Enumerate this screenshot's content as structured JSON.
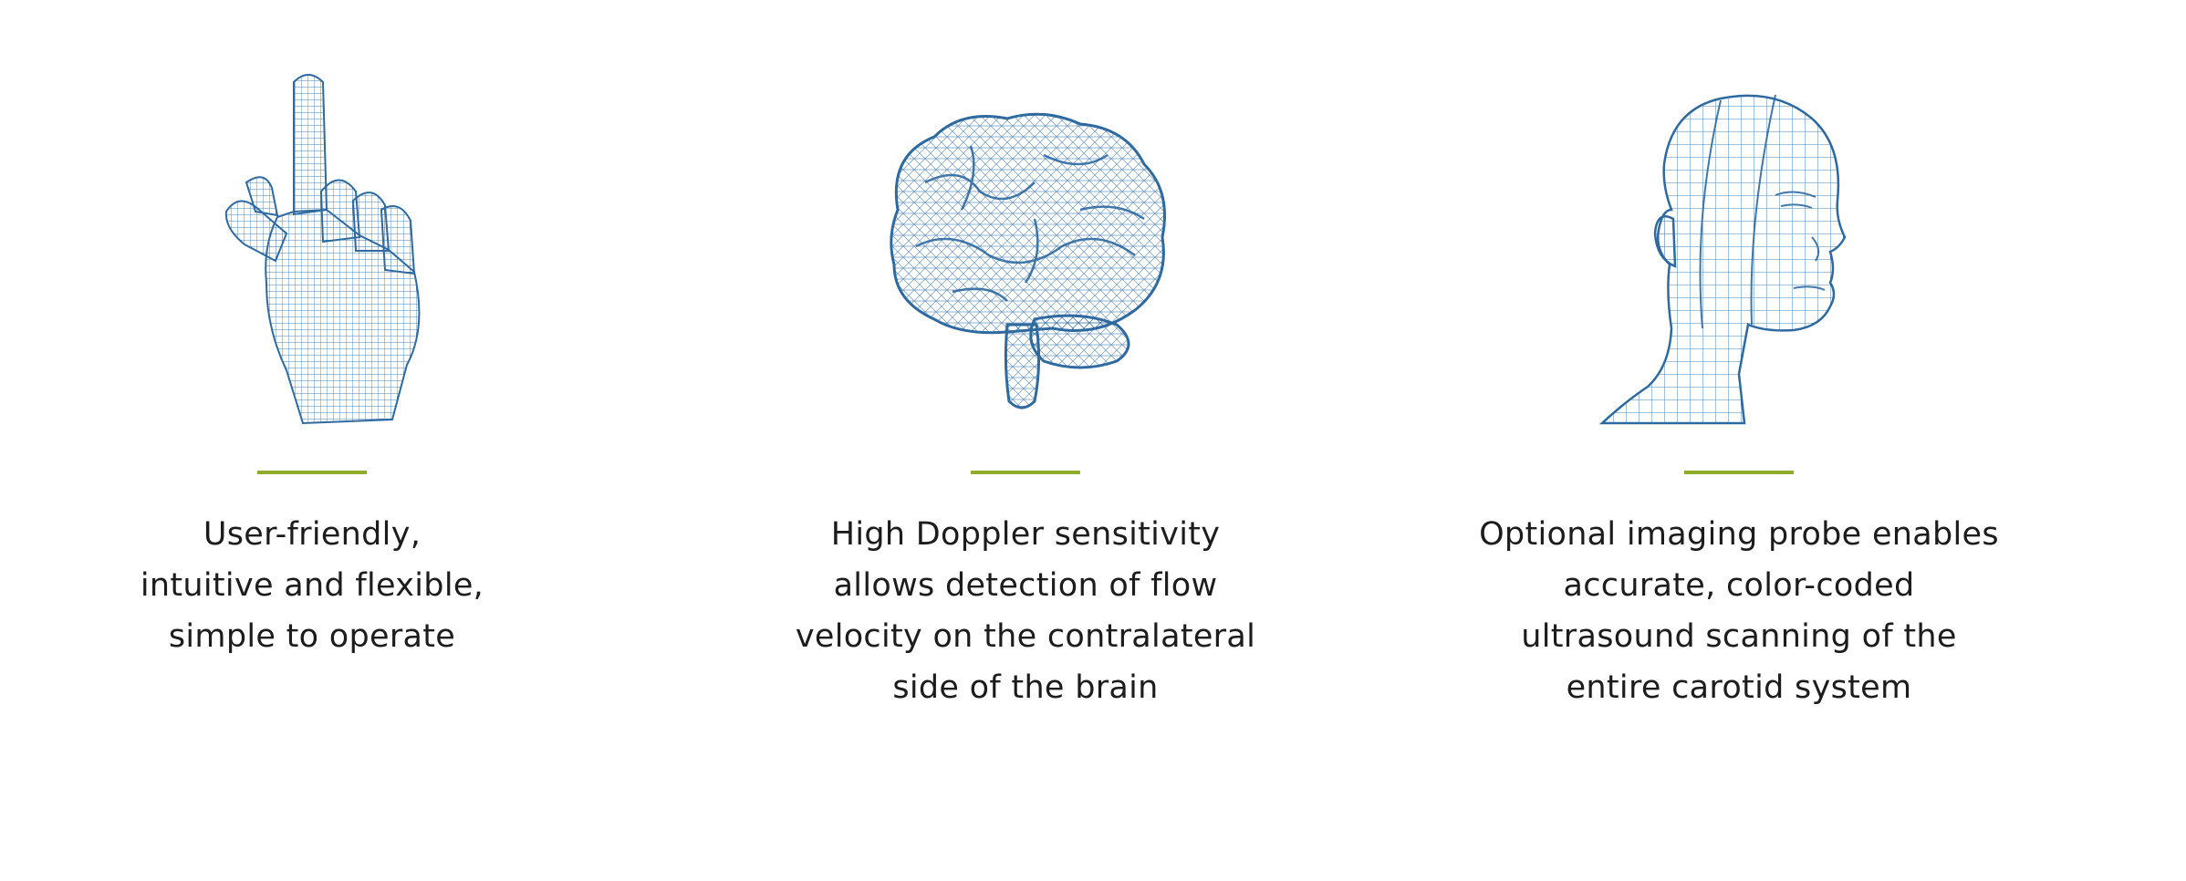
{
  "colors": {
    "divider": "#8eab2b",
    "mesh": "#2e6aa0",
    "text": "#1c1c1c",
    "background": "#ffffff"
  },
  "features": [
    {
      "icon": "hand-pointing-up-wireframe",
      "caption_lines": [
        "User-friendly,",
        "intuitive and flexible,",
        "simple to operate"
      ]
    },
    {
      "icon": "brain-wireframe",
      "caption_lines": [
        "High Doppler sensitivity",
        "allows detection of flow",
        "velocity on the contralateral",
        "side of the brain"
      ]
    },
    {
      "icon": "head-wireframe",
      "caption_lines": [
        "Optional imaging probe enables",
        "accurate, color-coded",
        "ultrasound scanning of the",
        "entire carotid system"
      ]
    }
  ]
}
